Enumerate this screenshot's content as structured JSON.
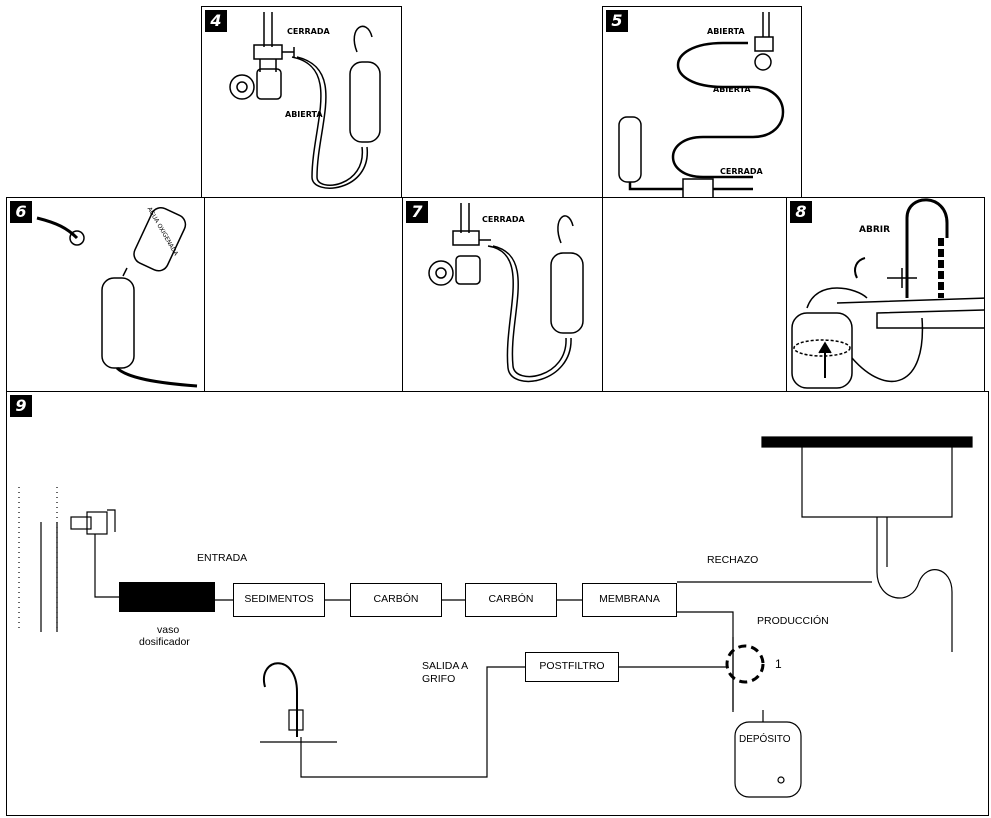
{
  "steps": {
    "s4": {
      "num": "4",
      "cerrada": "CERRADA",
      "abierta": "ABIERTA"
    },
    "s5": {
      "num": "5",
      "abierta_top": "ABIERTA",
      "abierta_mid": "ABIERTA",
      "cerrada": "CERRADA"
    },
    "s6": {
      "num": "6",
      "bottle_text": "AGUA OXIGENADA"
    },
    "s7": {
      "num": "7",
      "cerrada": "CERRADA"
    },
    "s8": {
      "num": "8",
      "abrir": "ABRIR"
    },
    "s9": {
      "num": "9"
    }
  },
  "diagram": {
    "entrada": "ENTRADA",
    "vaso": "vaso",
    "dosificador": "dosificador",
    "sedimentos": "SEDIMENTOS",
    "carbon1": "CARBÓN",
    "carbon2": "CARBÓN",
    "membrana": "MEMBRANA",
    "rechazo": "RECHAZO",
    "produccion": "PRODUCCIÓN",
    "postfiltro": "POSTFILTRO",
    "salida1": "SALIDA A",
    "salida2": "GRIFO",
    "marker": "1",
    "deposito": "DEPÓSITO"
  }
}
